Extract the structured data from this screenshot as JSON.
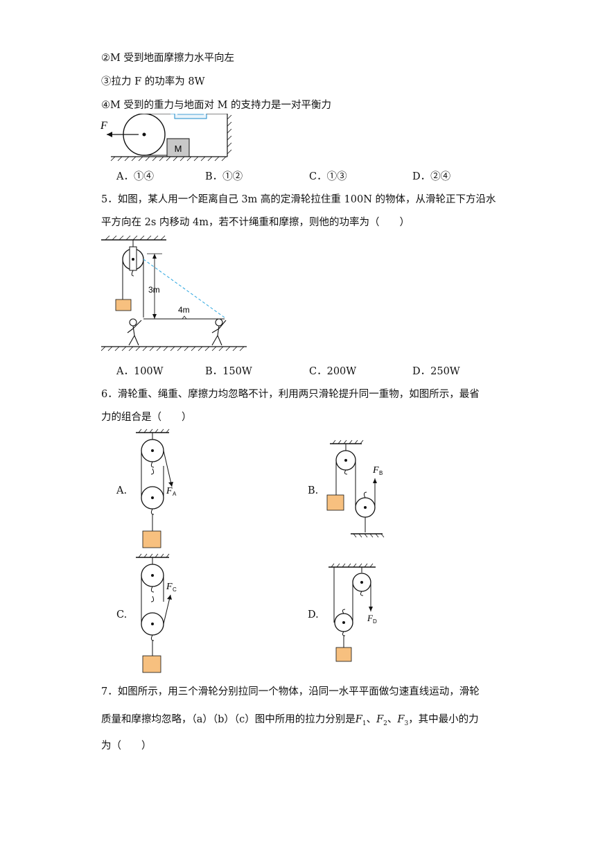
{
  "q4": {
    "items": [
      "②M 受到地面摩擦力水平向左",
      "③拉力 F 的功率为 8W",
      "④M 受到的重力与地面对 M 的支持力是一对平衡力"
    ],
    "fig_labels": {
      "force": "F",
      "block": "M"
    },
    "options": [
      "A．①④",
      "B．①②",
      "C．①③",
      "D．②④"
    ]
  },
  "q5": {
    "line1": "5．如图，某人用一个距离自己 3m 高的定滑轮拉住重 100N 的物体，从滑轮正下方沿水",
    "line2": "平方向在 2s 内移动 4m，若不计绳重和摩擦，则他的功率为（　　）",
    "fig_labels": {
      "height": "3m",
      "distance": "4m"
    },
    "options": [
      "A．100W",
      "B．150W",
      "C．200W",
      "D．250W"
    ]
  },
  "q6": {
    "line1": "6．滑轮重、绳重、摩擦力均忽略不计，利用两只滑轮提升同一重物，如图所示，最省",
    "line2": "力的组合是（　　）",
    "option_letters": [
      "A.",
      "B.",
      "C.",
      "D."
    ],
    "force_letter": "F",
    "force_subs": [
      "A",
      "B",
      "C",
      "D"
    ]
  },
  "q7": {
    "line1": "7．如图所示，用三个滑轮分别拉同一个物体，沿同一水平平面做匀速直线运动，滑轮",
    "line2_a": "质量和摩擦均忽略，（a）（b）（c）图中所用的拉力分别是",
    "force_syms": [
      "F",
      "F",
      "F"
    ],
    "force_subs": [
      "1",
      "2",
      "3"
    ],
    "line2_b": "，其中最小的力",
    "line3": "为（　　）"
  }
}
